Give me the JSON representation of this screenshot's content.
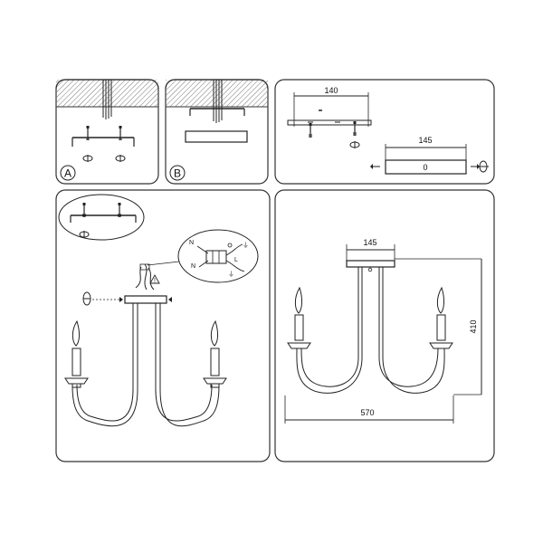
{
  "panels": {
    "mount_a": {
      "label": "A"
    },
    "mount_b": {
      "label": "B"
    },
    "bracket": {
      "dim_bracket_width": "140",
      "dim_canopy_width": "145",
      "canopy_mark": "0"
    },
    "wiring": {
      "wire_n_top": "N",
      "wire_n_bottom": "N",
      "wire_l": "L",
      "ground_symbol": "⏚",
      "warning_symbol": "!"
    },
    "dimensions": {
      "dim_canopy_width": "145",
      "dim_height": "410",
      "dim_width": "570"
    }
  },
  "colors": {
    "stroke": "#222222",
    "panel_border": "#333333",
    "ceiling_hatch": "#888888"
  }
}
